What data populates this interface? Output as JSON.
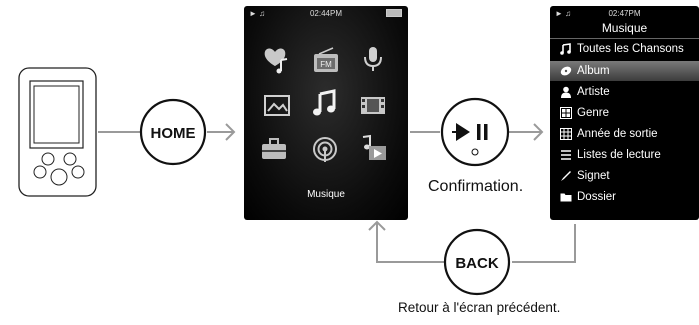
{
  "home_button": {
    "label": "HOME"
  },
  "back_button": {
    "label": "BACK"
  },
  "home_screen": {
    "time": "02:44PM",
    "selected_label": "Musique",
    "icons": [
      "favorites-icon",
      "fm-radio-icon",
      "voice-recorder-icon",
      "photo-icon",
      "music-icon",
      "video-icon",
      "settings-toolbox-icon",
      "podcast-icon",
      "now-playing-icon"
    ],
    "fm_text": "FM"
  },
  "music_screen": {
    "time": "02:47PM",
    "title": "Musique",
    "items": [
      {
        "label": "Toutes les Chansons",
        "icon": "note-icon"
      },
      {
        "label": "Album",
        "icon": "disc-icon"
      },
      {
        "label": "Artiste",
        "icon": "person-icon"
      },
      {
        "label": "Genre",
        "icon": "genre-icon"
      },
      {
        "label": "Année de sortie",
        "icon": "calendar-icon"
      },
      {
        "label": "Listes de lecture",
        "icon": "playlist-icon"
      },
      {
        "label": "Signet",
        "icon": "bookmark-icon"
      },
      {
        "label": "Dossier",
        "icon": "folder-icon"
      }
    ],
    "selected_index": 1
  },
  "captions": {
    "confirmation": "Confirmation.",
    "back_caption": "Retour à l'écran précédent."
  }
}
